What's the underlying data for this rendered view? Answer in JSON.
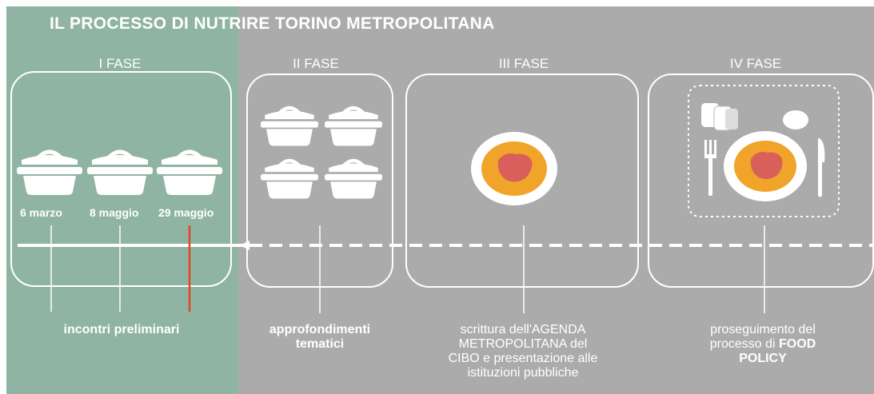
{
  "title": "IL PROCESSO DI NUTRIRE TORINO METROPOLITANA",
  "colors": {
    "phase1_bg": "#8fb4a3",
    "other_bg": "#ababab",
    "line": "#ffffff",
    "marker": "#e0472b",
    "plate_orange": "#f0a429",
    "plate_red": "#d9605a"
  },
  "phases": [
    {
      "label": "I FASE",
      "dates": [
        "6 marzo",
        "8 maggio",
        "29 maggio"
      ],
      "caption": [
        "incontri  preliminari"
      ]
    },
    {
      "label": "II FASE",
      "caption": [
        "approfondimenti",
        "tematici"
      ]
    },
    {
      "label": "III FASE",
      "caption": [
        "scrittura dell'AGENDA",
        "METROPOLITANA del",
        "CIBO e presentazione alle",
        "istituzioni pubbliche"
      ]
    },
    {
      "label": "IV FASE",
      "caption_plain": [
        "proseguimento del",
        "processo di"
      ],
      "caption_bold_inline": "FOOD",
      "caption_bold_line": "POLICY"
    }
  ]
}
